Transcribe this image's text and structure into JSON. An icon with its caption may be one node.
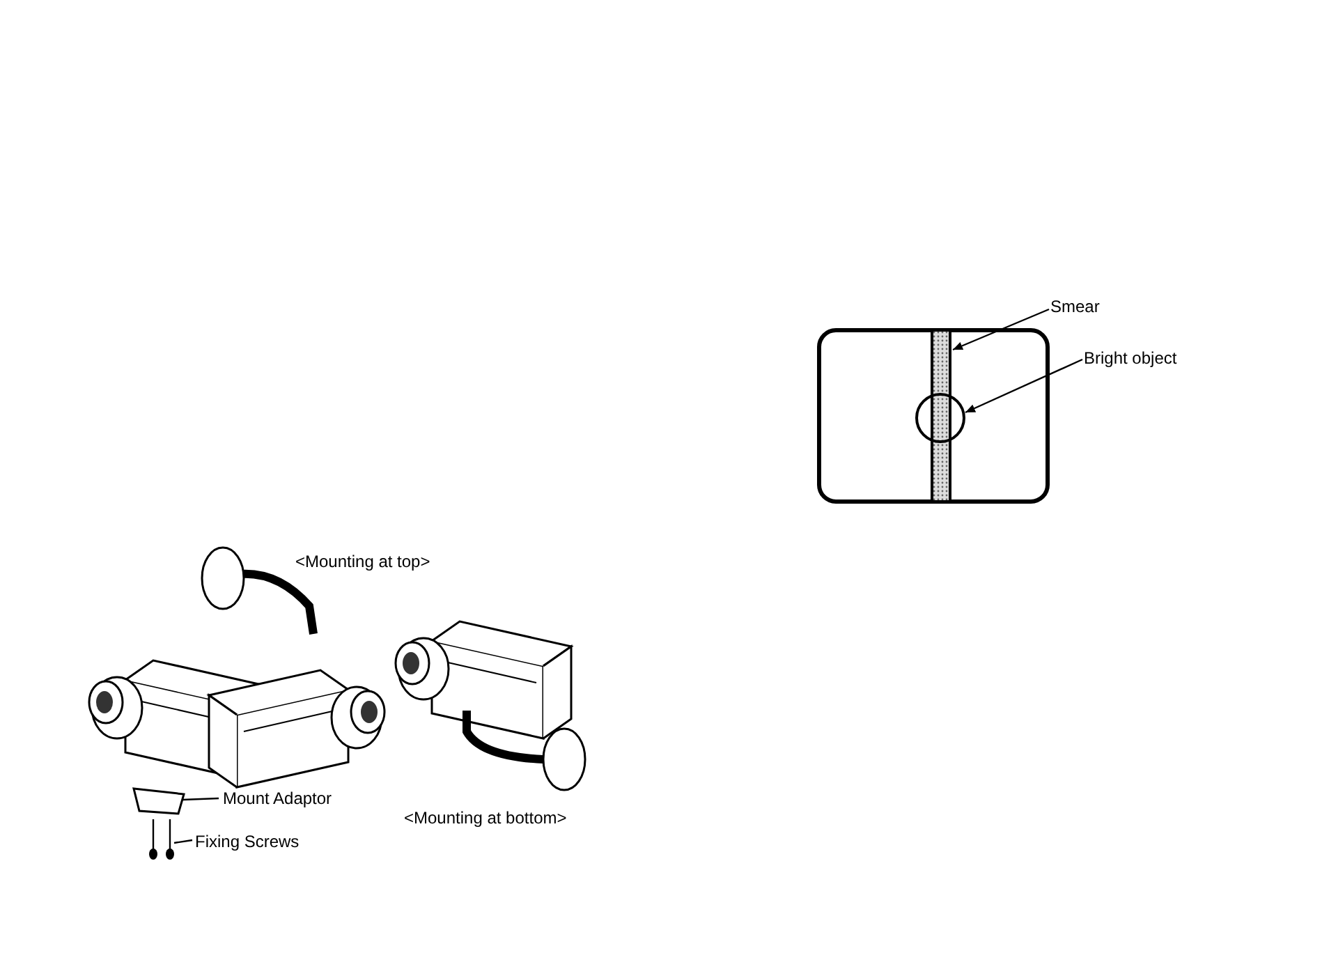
{
  "diagram": {
    "nodes": [
      {
        "text": [
          "Smear"
        ]
      },
      {
        "text": [],
        "shape": "bar"
      },
      {
        "text": [
          "Bright object"
        ]
      },
      {
        "text": [],
        "shape": "circle"
      },
      {
        "text": [
          "Mount Adaptor"
        ]
      },
      {
        "text": [],
        "shape": "box"
      },
      {
        "text": [
          "Fixing Screws"
        ]
      },
      {
        "text": [],
        "shape": "screw"
      }
    ],
    "edges": [
      {
        "from": 0,
        "to": 1,
        "arrow": "to"
      },
      {
        "from": 2,
        "to": 3,
        "arrow": "to"
      },
      {
        "from": 4,
        "to": 5,
        "arrow": "none"
      },
      {
        "from": 6,
        "to": 7,
        "arrow": "none"
      }
    ],
    "labels": [
      "<Mounting at top>",
      "<Mounting at bottom>"
    ]
  }
}
